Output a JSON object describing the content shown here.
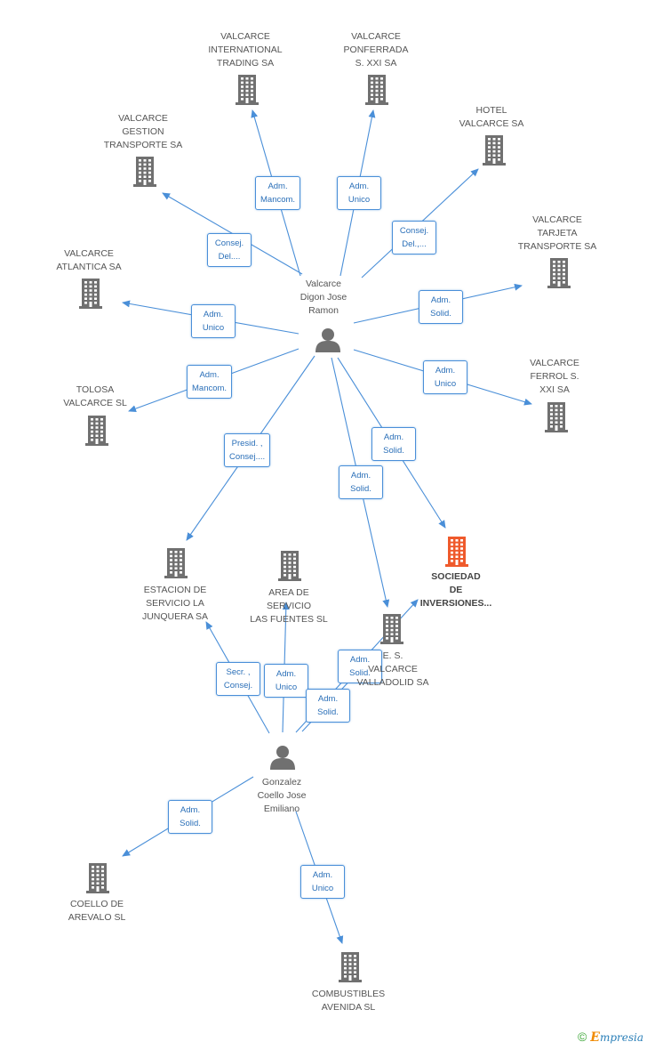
{
  "colors": {
    "edge": "#4a8fd8",
    "building": "#707070",
    "building_highlight": "#ef5a2c",
    "person": "#707070"
  },
  "nodes": [
    {
      "id": "valcarce_intl",
      "type": "company",
      "label": "VALCARCE\nINTERNATIONAL\nTRADING SA",
      "icon": "building-icon"
    },
    {
      "id": "valcarce_ponf",
      "type": "company",
      "label": "VALCARCE\nPONFERRADA\nS.  XXI SA",
      "icon": "building-icon"
    },
    {
      "id": "valcarce_gestion",
      "type": "company",
      "label": "VALCARCE\nGESTION\nTRANSPORTE SA",
      "icon": "building-icon"
    },
    {
      "id": "hotel_valcarce",
      "type": "company",
      "label": "HOTEL\nVALCARCE SA",
      "icon": "building-icon"
    },
    {
      "id": "valcarce_tarjeta",
      "type": "company",
      "label": "VALCARCE\nTARJETA\nTRANSPORTE SA",
      "icon": "building-icon"
    },
    {
      "id": "valcarce_atlantica",
      "type": "company",
      "label": "VALCARCE\nATLANTICA SA",
      "icon": "building-icon"
    },
    {
      "id": "valcarce_person",
      "type": "person",
      "label": "Valcarce\nDigon Jose\nRamon",
      "icon": "person-icon"
    },
    {
      "id": "tolosa",
      "type": "company",
      "label": "TOLOSA\nVALCARCE SL",
      "icon": "building-icon"
    },
    {
      "id": "valcarce_ferrol",
      "type": "company",
      "label": "VALCARCE\nFERROL S.\nXXI SA",
      "icon": "building-icon"
    },
    {
      "id": "sociedad_inv",
      "type": "company",
      "label": "SOCIEDAD\nDE\nINVERSIONES...",
      "icon": "building-icon",
      "highlight": true
    },
    {
      "id": "estacion",
      "type": "company",
      "label": "ESTACION DE\nSERVICIO LA\nJUNQUERA SA",
      "icon": "building-icon"
    },
    {
      "id": "area_servicio",
      "type": "company",
      "label": "AREA DE\nSERVICIO\nLAS FUENTES SL",
      "icon": "building-icon"
    },
    {
      "id": "es_valladolid",
      "type": "company",
      "label": "E.  S.\nVALCARCE\nVALLADOLID SA",
      "icon": "building-icon"
    },
    {
      "id": "gonzalez_person",
      "type": "person",
      "label": "Gonzalez\nCoello Jose\nEmiliano",
      "icon": "person-icon"
    },
    {
      "id": "coello_arevalo",
      "type": "company",
      "label": "COELLO DE\nAREVALO SL",
      "icon": "building-icon"
    },
    {
      "id": "combustibles",
      "type": "company",
      "label": "COMBUSTIBLES\nAVENIDA  SL",
      "icon": "building-icon"
    }
  ],
  "edges": [
    {
      "from": "valcarce_person",
      "to": "valcarce_intl",
      "label": "Adm.\nMancom."
    },
    {
      "from": "valcarce_person",
      "to": "valcarce_ponf",
      "label": "Adm.\nUnico"
    },
    {
      "from": "valcarce_person",
      "to": "valcarce_gestion",
      "label": "Consej.\nDel...."
    },
    {
      "from": "valcarce_person",
      "to": "hotel_valcarce",
      "label": "Consej.\nDel.,..."
    },
    {
      "from": "valcarce_person",
      "to": "valcarce_tarjeta",
      "label": "Adm.\nSolid."
    },
    {
      "from": "valcarce_person",
      "to": "valcarce_atlantica",
      "label": "Adm.\nUnico"
    },
    {
      "from": "valcarce_person",
      "to": "tolosa",
      "label": "Adm.\nMancom."
    },
    {
      "from": "valcarce_person",
      "to": "valcarce_ferrol",
      "label": "Adm.\nUnico"
    },
    {
      "from": "valcarce_person",
      "to": "sociedad_inv",
      "label": "Adm.\nSolid."
    },
    {
      "from": "valcarce_person",
      "to": "estacion",
      "label": "Presid. ,\nConsej...."
    },
    {
      "from": "valcarce_person",
      "to": "es_valladolid",
      "label": "Adm.\nSolid."
    },
    {
      "from": "gonzalez_person",
      "to": "estacion",
      "label": "Secr. ,\nConsej."
    },
    {
      "from": "gonzalez_person",
      "to": "area_servicio",
      "label": "Adm.\nUnico"
    },
    {
      "from": "gonzalez_person",
      "to": "es_valladolid",
      "label": "Adm.\nSolid."
    },
    {
      "from": "gonzalez_person",
      "to": "sociedad_inv",
      "label": "Adm.\nSolid."
    },
    {
      "from": "gonzalez_person",
      "to": "coello_arevalo",
      "label": "Adm.\nSolid."
    },
    {
      "from": "gonzalez_person",
      "to": "combustibles",
      "label": "Adm.\nUnico"
    }
  ],
  "footer": {
    "copyright": "©",
    "brand_first": "E",
    "brand_rest": "mpresia"
  }
}
